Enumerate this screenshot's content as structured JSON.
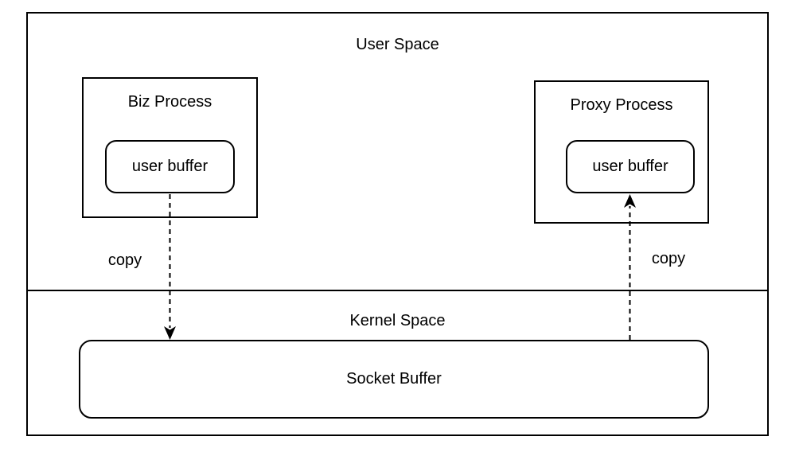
{
  "diagram": {
    "user_space_label": "User Space",
    "kernel_space_label": "Kernel Space",
    "biz_process": {
      "title": "Biz Process",
      "buffer_label": "user buffer"
    },
    "proxy_process": {
      "title": "Proxy Process",
      "buffer_label": "user buffer"
    },
    "socket_buffer_label": "Socket Buffer",
    "copy_left_label": "copy",
    "copy_right_label": "copy",
    "colors": {
      "stroke": "#000000",
      "background": "#ffffff"
    }
  }
}
